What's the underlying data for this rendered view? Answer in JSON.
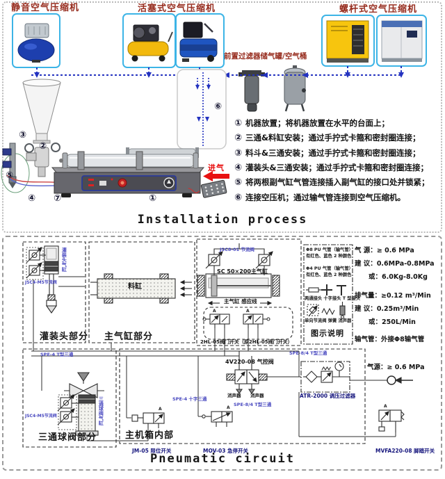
{
  "top": {
    "compressor_labels": {
      "silent": "静音空气压缩机",
      "piston": "活塞式空气压缩机",
      "screw": "螺杆式空气压缩机"
    },
    "prefilter_label": "前置过滤器储气罐/空气桶",
    "air_in": "进气",
    "markers": {
      "m1": "①",
      "m2": "②",
      "m3": "③",
      "m4": "④",
      "m5": "⑤",
      "m6": "⑥",
      "m7": "⑦"
    },
    "steps": [
      {
        "num": "①",
        "text": "机器放置；将机器放置在水平的台面上；"
      },
      {
        "num": "②",
        "text": "三通&料缸安装；通过手拧式卡箍和密封圈连接；"
      },
      {
        "num": "③",
        "text": "料斗&三通安装；通过手拧式卡箍和密封圈连接；"
      },
      {
        "num": "④",
        "text": "灌装头&三通安装；通过手拧式卡箍和密封圈连接；"
      },
      {
        "num": "⑤",
        "text": "将两根副气缸气管连接插入副气缸的接口处并锁紧；"
      },
      {
        "num": "⑥",
        "text": "连接空压机；通过输气管连接到空气压缩机。"
      }
    ],
    "caption": "Installation process"
  },
  "circuit": {
    "sections": {
      "filling_head": "灌装头部分",
      "main_cyl": "主气缸部分",
      "ball_valve": "三通球阀部分",
      "chassis": "主机箱内部"
    },
    "components": {
      "jsc8": "JSC8-01 节流阀",
      "main_cylinder": "SC 50×200主气缸",
      "sensor": "主气缸 感应线",
      "valve2hl": "2HL-05阀门开关（原2HL-05阀门开关）",
      "material_cyl": "料缸",
      "jsc4_head": "JSC4-M5节流阀",
      "head_cyl": "灌装头气缸",
      "jsc4_ball": "JSC4-M5节流阀",
      "ball_cyl": "三通球阀气缸",
      "spe4_t": "SPE-4 T型三通",
      "spe84_t1": "SPE-8/4 T型三通",
      "spe84_t2": "SPE-8/4 T型三通",
      "spe4_cross": "SPE-4 十字三通",
      "valve4v": "4V220-08 气控阀",
      "muffler_l": "消声器",
      "muffler_r": "消声器",
      "jm05": "JM-05 限位开关",
      "mov03": "MOV-03 急停开关",
      "atr": "ATR-2000 调压过滤器",
      "air_source": "气源：≥ 0.6 MPa",
      "foot_switch": "MVFA220-08 脚踏开关"
    },
    "port_a": "A",
    "legend": {
      "title": "图示说明",
      "pipe8_l1": "Φ8 PU 气管（输气管）",
      "pipe8_l2": "有红色、蓝色 2 种颜色",
      "pipe4_l1": "Φ4 PU 气管（输气管）",
      "pipe4_l2": "有红色、蓝色 2 种颜色",
      "fittings": "两通接头 十字接头 T 型接头",
      "devices": "单向节流阀 弹簧 消声器"
    },
    "specs": [
      {
        "k": "气 源：",
        "v": "≥ 0.6 MPa"
      },
      {
        "k": "建 议：",
        "v": "0.6MPa-0.8MPa"
      },
      {
        "k": "或：",
        "v": "6.0Kg-8.0Kg"
      },
      {
        "k": "排气量：",
        "v": "≥0.12 m³/Min"
      },
      {
        "k": "建 议：",
        "v": "0.25m³/Min"
      },
      {
        "k": "或：",
        "v": "250L/Min"
      },
      {
        "k": "输气管：",
        "v": "外接Φ8输气管"
      }
    ],
    "caption": "Pneumatic circuit"
  }
}
